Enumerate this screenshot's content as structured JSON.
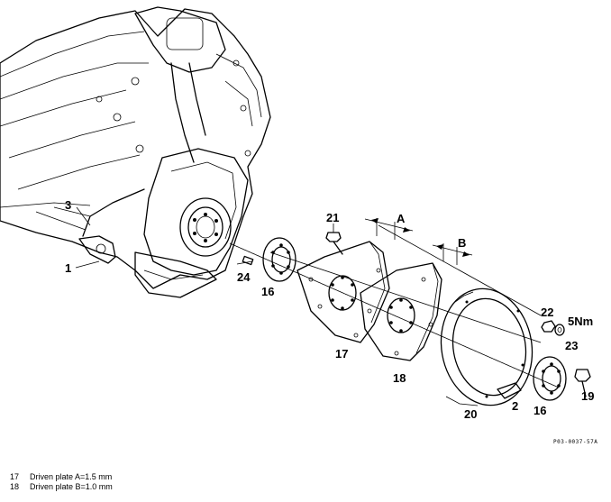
{
  "callouts": {
    "c1": "1",
    "c2": "2",
    "c3": "3",
    "c16a": "16",
    "c16b": "16",
    "c17": "17",
    "c18": "18",
    "c19": "19",
    "c20": "20",
    "c21": "21",
    "c22": "22",
    "c23": "23",
    "c24": "24",
    "dimA": "A",
    "dimB": "B",
    "torque": "5Nm"
  },
  "reference_code": "P03-0037-57A",
  "legend": [
    {
      "num": "17",
      "text": "Driven plate A=1.5 mm"
    },
    {
      "num": "18",
      "text": "Driven plate B=1.0 mm"
    }
  ]
}
